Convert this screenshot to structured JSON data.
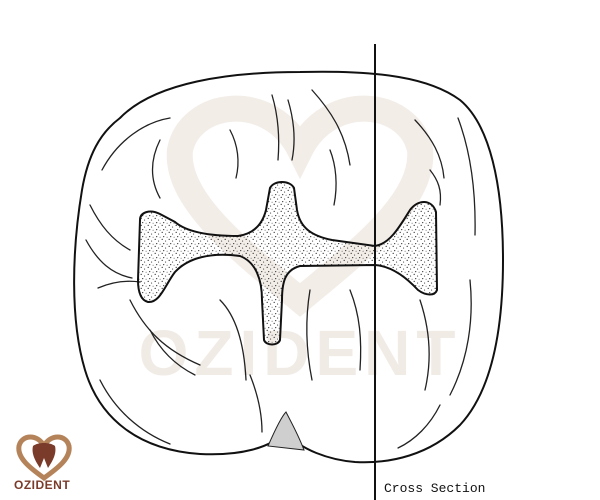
{
  "diagram": {
    "cross_section_label": "Cross Section"
  },
  "logo": {
    "text": "OZIDENT",
    "color": "#b5835a"
  },
  "watermark": {
    "text": "OZIDENT",
    "color": "#f1ebe6"
  },
  "colors": {
    "line": "#111111",
    "stipple": "#333333",
    "paper": "#ffffff"
  }
}
